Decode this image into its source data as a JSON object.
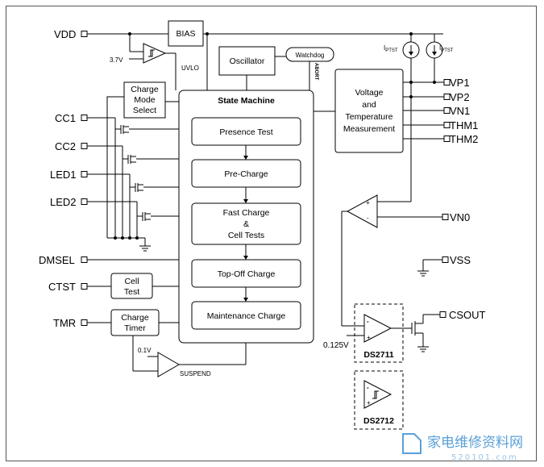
{
  "pins": {
    "vdd": "VDD",
    "cc1": "CC1",
    "cc2": "CC2",
    "led1": "LED1",
    "led2": "LED2",
    "dmsel": "DMSEL",
    "ctst": "CTST",
    "tmr": "TMR",
    "vp1": "VP1",
    "vp2": "VP2",
    "vn1": "VN1",
    "thm1": "THM1",
    "thm2": "THM2",
    "vn0": "VN0",
    "vss": "VSS",
    "csout": "CSOUT"
  },
  "blocks": {
    "bias": "BIAS",
    "oscillator": "Oscillator",
    "watchdog": "Watchdog",
    "charge_mode_select": [
      "Charge",
      "Mode",
      "Select"
    ],
    "state_machine": "State Machine",
    "voltage_temp": [
      "Voltage",
      "and",
      "Temperature",
      "Measurement"
    ],
    "cell_test": [
      "Cell",
      "Test"
    ],
    "charge_timer": [
      "Charge",
      "Timer"
    ]
  },
  "states": [
    [
      "Presence Test"
    ],
    [
      "Pre-Charge"
    ],
    [
      "Fast Charge",
      "&",
      "Cell Tests"
    ],
    [
      "Top-Off Charge"
    ],
    [
      "Maintenance Charge"
    ]
  ],
  "annotations": {
    "uvlo_ref": "3.7V",
    "uvlo": "UVLO",
    "abort": "ABORT",
    "suspend_ref": "0.1V",
    "suspend": "SUSPEND",
    "csout_ref": "0.125V",
    "iptst": "I",
    "iptst_sub": "PTST",
    "ds2711": "DS2711",
    "ds2712": "DS2712",
    "plus": "+",
    "minus": "-"
  },
  "watermark": {
    "text": "家电维修资料网",
    "url": "520101.com"
  }
}
